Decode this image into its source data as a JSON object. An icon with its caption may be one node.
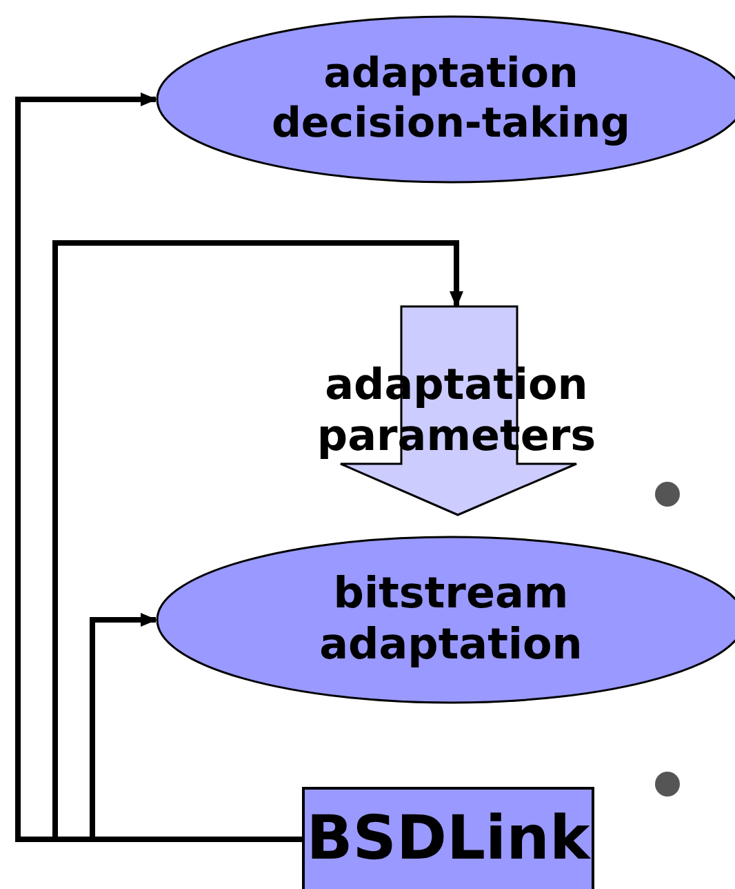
{
  "diagram": {
    "nodes": [
      {
        "text": [
          "adaptation decision-taking"
        ]
      },
      {
        "text": [
          "adaptation parameters"
        ]
      },
      {
        "text": [
          "bitstream adaptation"
        ]
      },
      {
        "text": [
          "BSDLink"
        ]
      }
    ],
    "edges": [
      {
        "from": 3,
        "to": 0,
        "arrow": "to"
      },
      {
        "from": 3,
        "to": 1,
        "arrow": "to"
      },
      {
        "from": 3,
        "to": 2,
        "arrow": "to"
      }
    ]
  }
}
